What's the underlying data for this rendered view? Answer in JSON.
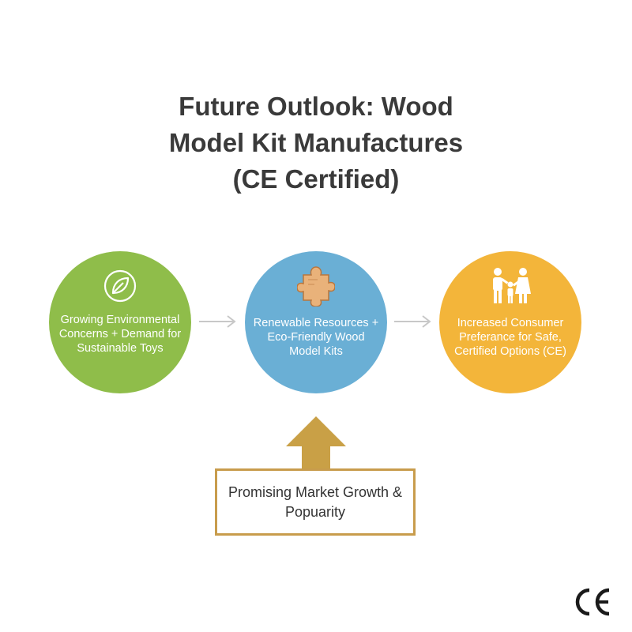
{
  "title_lines": [
    "Future Outlook: Wood",
    "Model Kit Manufactures",
    "(CE Certified)"
  ],
  "nodes": [
    {
      "label": "Growing Environmental Concerns + Demand for Sustainable Toys",
      "icon": "leaf-icon",
      "color": "#8fbd4a"
    },
    {
      "label": "Renewable Resources + Eco-Friendly Wood Model Kits",
      "icon": "puzzle-piece-icon",
      "color": "#6aafd5"
    },
    {
      "label": "Increased Consumer Preferance for Safe, Certified Options (CE)",
      "icon": "family-icon",
      "color": "#f3b53a"
    }
  ],
  "outcome": {
    "label": "Promising Market Growth & Popuarity",
    "accent": "#c89c4c"
  },
  "ce_mark_icon": "ce-mark-icon"
}
